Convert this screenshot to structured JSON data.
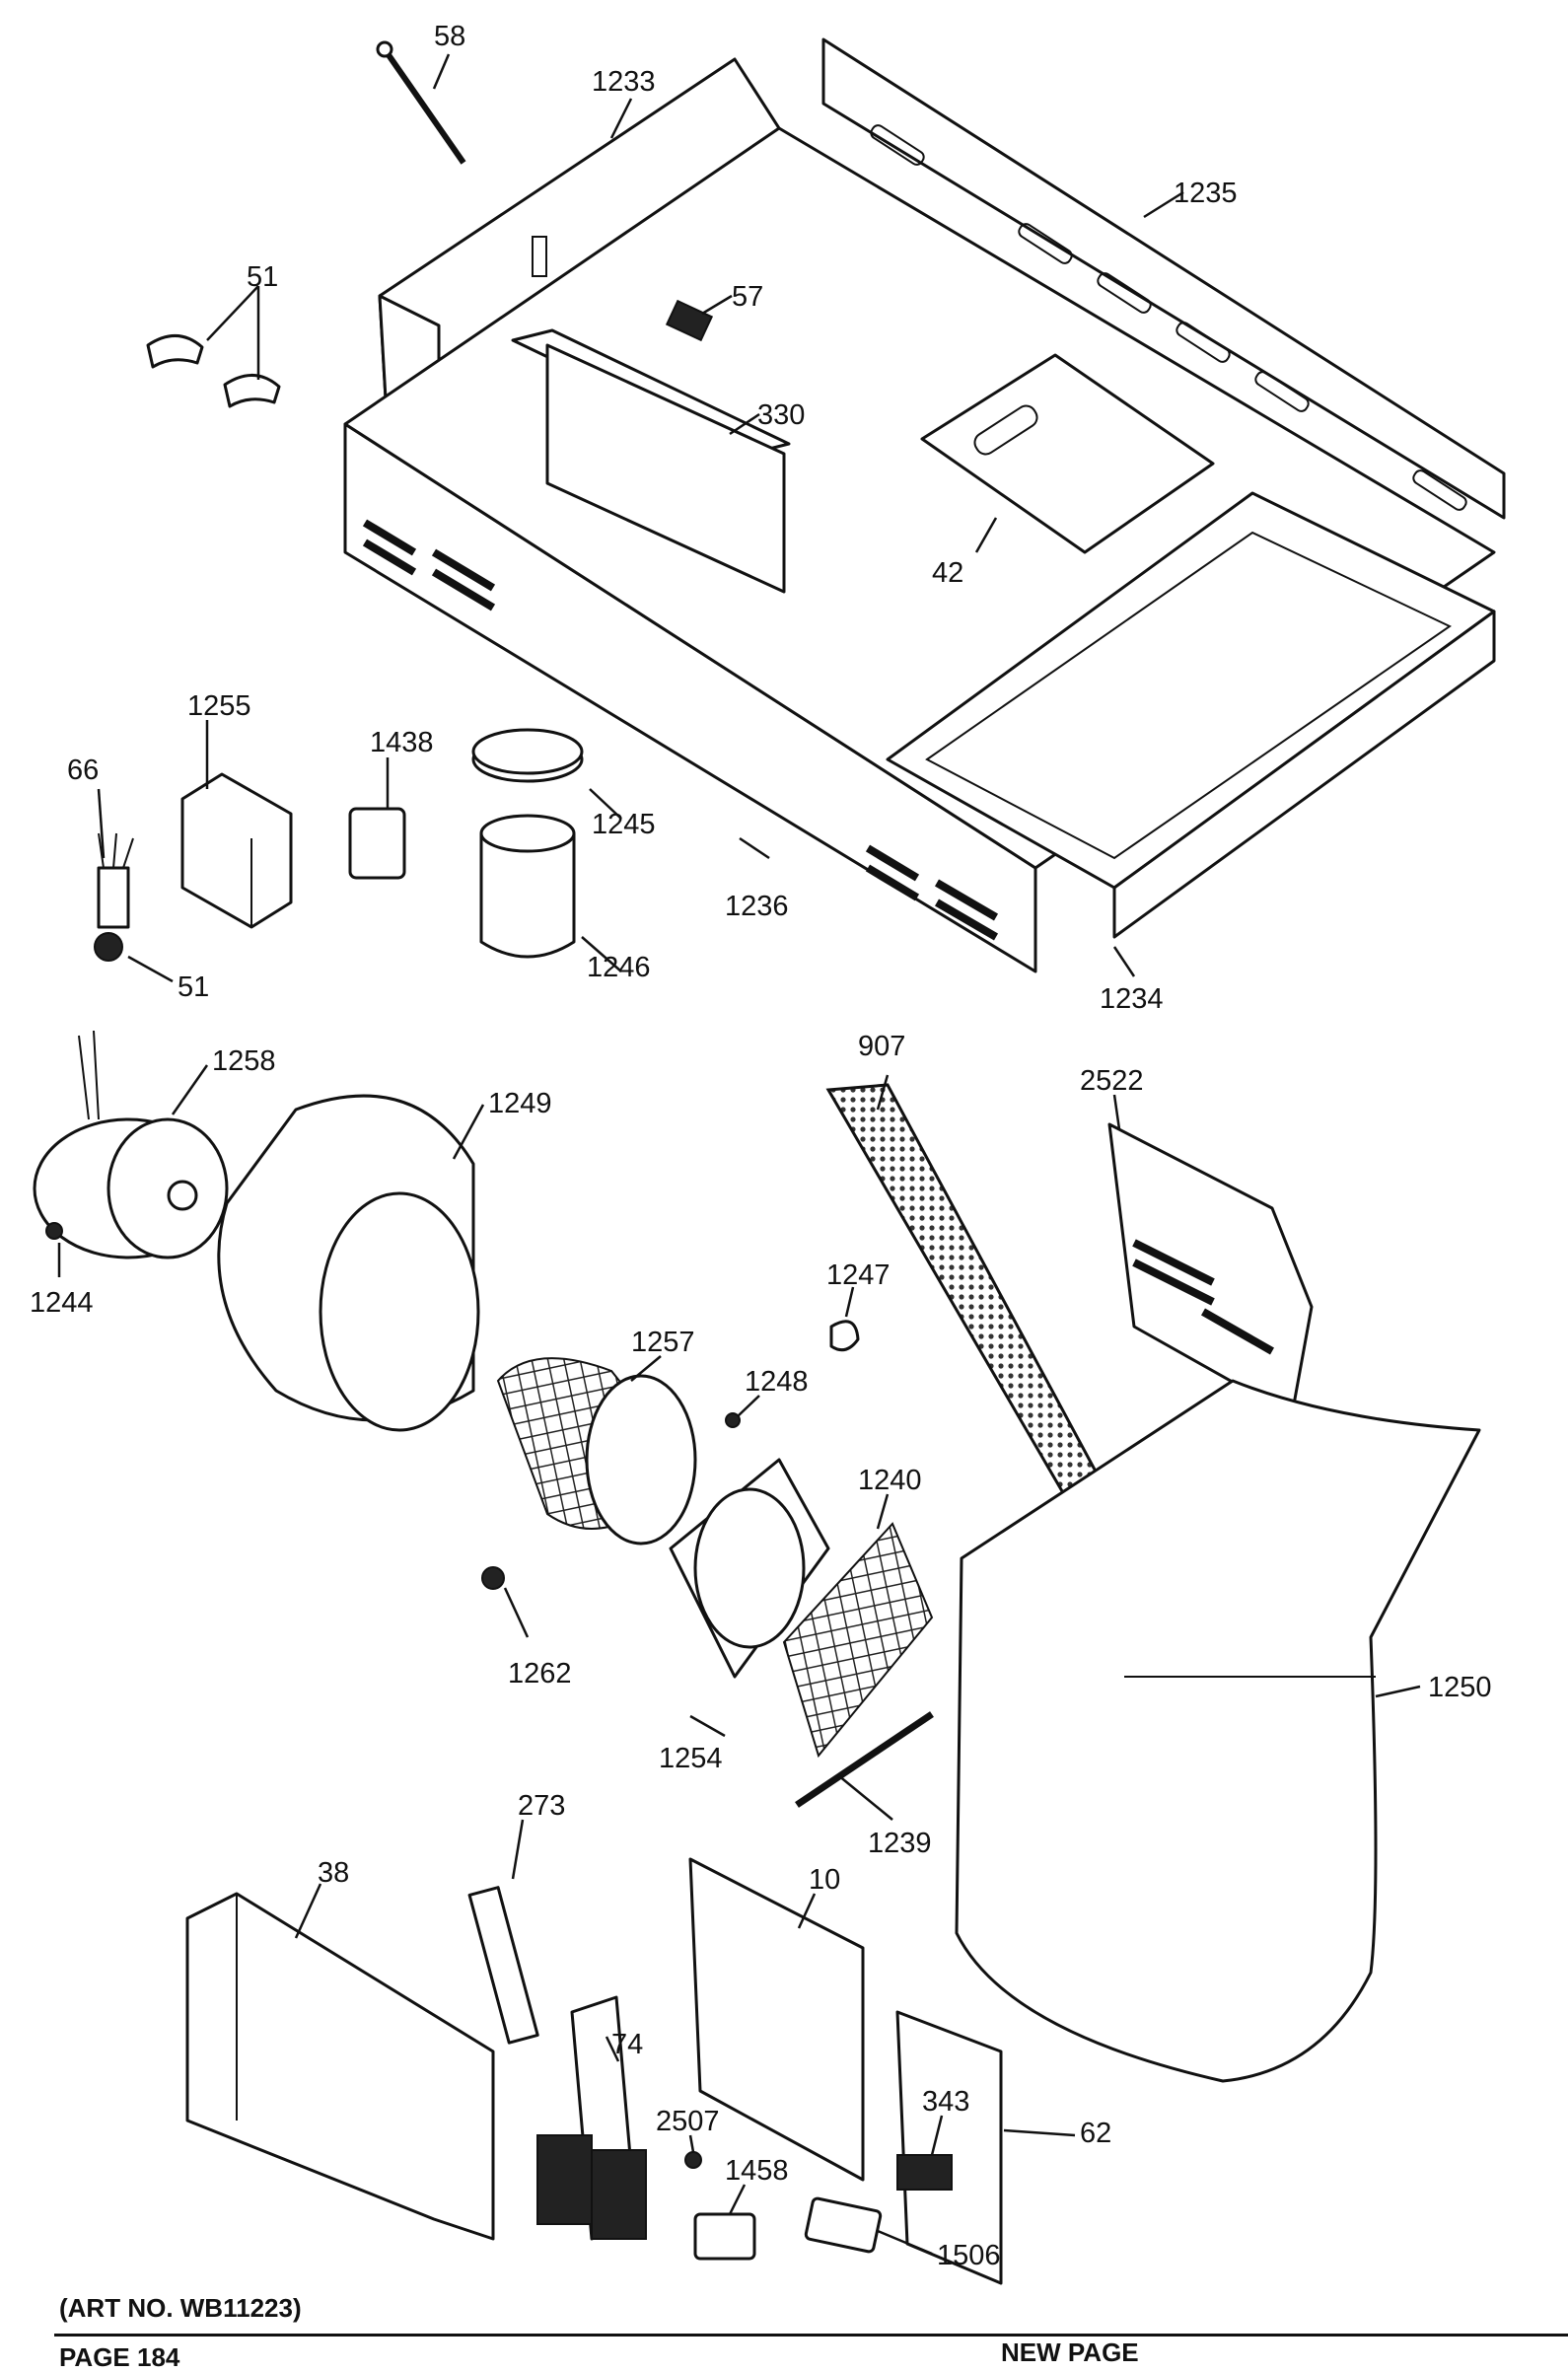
{
  "diagram": {
    "art_number": "(ART NO. WB11223)",
    "page_label": "PAGE 184",
    "new_page_label": "NEW PAGE",
    "callouts": {
      "p58": "58",
      "p1233": "1233",
      "p1235": "1235",
      "p51a": "51",
      "p57": "57",
      "p330": "330",
      "p42": "42",
      "p1255": "1255",
      "p1438": "1438",
      "p1245": "1245",
      "p66": "66",
      "p1236": "1236",
      "p1246": "1246",
      "p51b": "51",
      "p1234": "1234",
      "p1258": "1258",
      "p1249": "1249",
      "p907": "907",
      "p2522": "2522",
      "p1244": "1244",
      "p1247": "1247",
      "p1257": "1257",
      "p1248": "1248",
      "p1240": "1240",
      "p1262": "1262",
      "p1254": "1254",
      "p1250": "1250",
      "p273": "273",
      "p1239": "1239",
      "p38": "38",
      "p10": "10",
      "p74": "74",
      "p343": "343",
      "p2507": "2507",
      "p62": "62",
      "p1458": "1458",
      "p1506": "1506"
    }
  }
}
